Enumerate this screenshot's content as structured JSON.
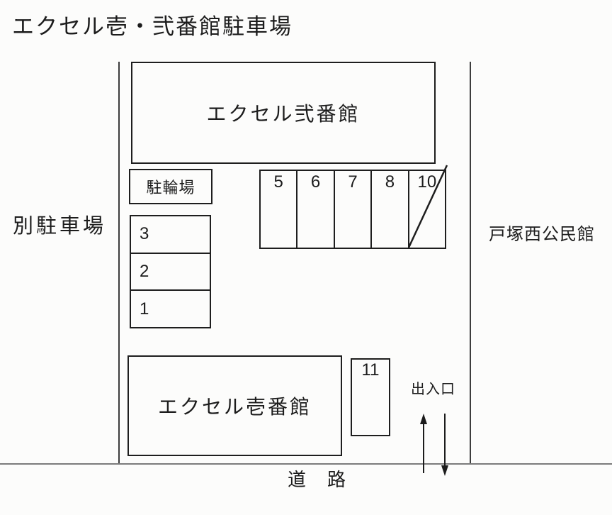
{
  "title": "エクセル壱・弐番館駐車場",
  "outside": {
    "left_label": "別駐車場",
    "right_label": "戸塚西公民館",
    "road_label": "道　路"
  },
  "lot": {
    "building_top": "エクセル弐番館",
    "building_bottom": "エクセル壱番館",
    "bicycle_area": "駐輪場",
    "entrance_label": "出入口",
    "top_row_spaces": [
      "5",
      "6",
      "7",
      "8",
      "10"
    ],
    "left_column_spaces": [
      "3",
      "2",
      "1"
    ],
    "single_space": "11",
    "crossed_out_space": "10"
  },
  "colors": {
    "box_line": "#1e1e1e",
    "border_line": "#3d3d3d",
    "road_line": "#7b7b7b",
    "background": "#fcfcfb"
  }
}
